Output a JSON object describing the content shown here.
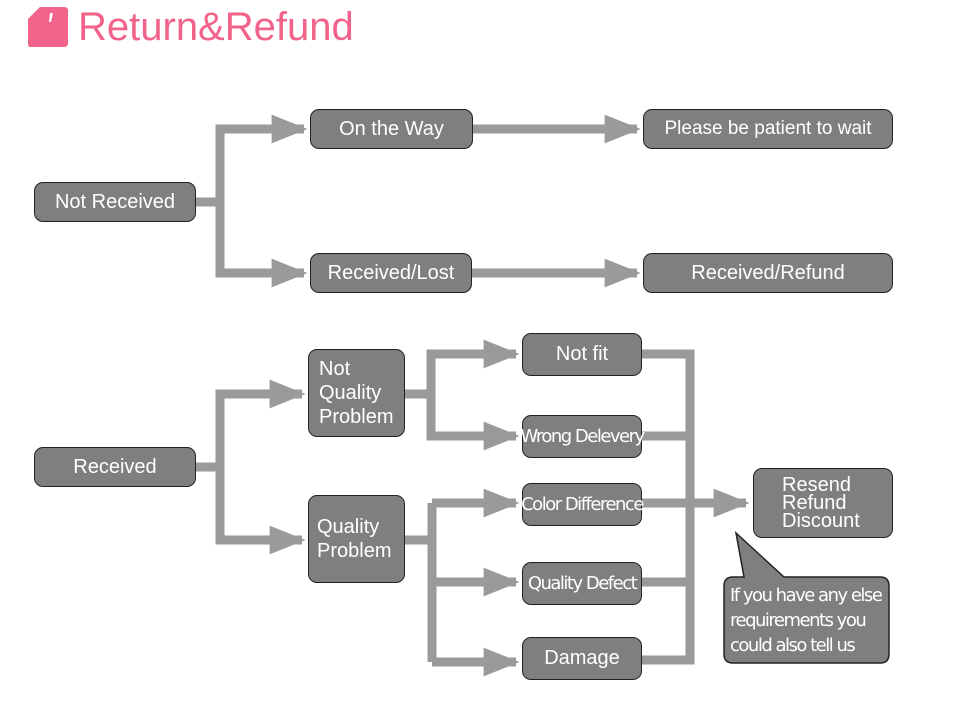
{
  "header": {
    "title": "Return&Refund",
    "icon": "tag-icon",
    "accent_color": "#f1638a"
  },
  "colors": {
    "box_fill": "#7f7f7f",
    "arrow": "#9a9a9a",
    "text": "#ffffff"
  },
  "nodes": {
    "not_received": "Not Received",
    "on_the_way": "On the Way",
    "please_wait": "Please be patient to wait",
    "received_lost": "Received/Lost",
    "received_refund": "Received/Refund",
    "received": "Received",
    "not_quality_problem": "Not\nQuality\nProblem",
    "quality_problem": "Quality\nProblem",
    "not_fit": "Not fit",
    "wrong_delivery": "Wrong Delevery",
    "color_difference": "Color Difference",
    "quality_defect": "Quality Defect",
    "damage": "Damage",
    "resolution": "Resend\nRefund\nDiscount"
  },
  "note": "If you have any else\nrequirements you\ncould also tell us"
}
